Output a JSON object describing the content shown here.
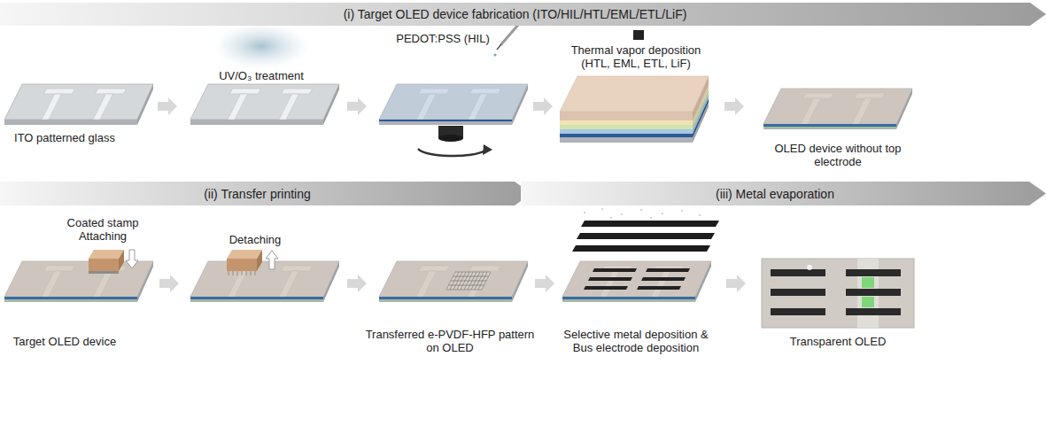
{
  "diagram": {
    "nodes": [
      {
        "text": [
          "(i) Target OLED device fabrication (ITO/HIL/HTL/EML/ETL/LiF)"
        ]
      },
      {
        "text": [
          "(ii) Transfer printing"
        ]
      },
      {
        "text": [
          "(iii) Metal evaporation"
        ]
      }
    ],
    "labels": [
      "UV/O₃ treatment",
      "PEDOT:PSS (HIL)",
      "Thermal vapor deposition (HTL, EML, ETL, LiF)",
      "ITO patterned glass",
      "OLED device without top electrode",
      "Coated stamp Attaching",
      "Detaching",
      "Target OLED device",
      "Transferred e-PVDF-HFP pattern on OLED",
      "Selective metal deposition & Bus electrode deposition",
      "Transparent OLED"
    ]
  }
}
